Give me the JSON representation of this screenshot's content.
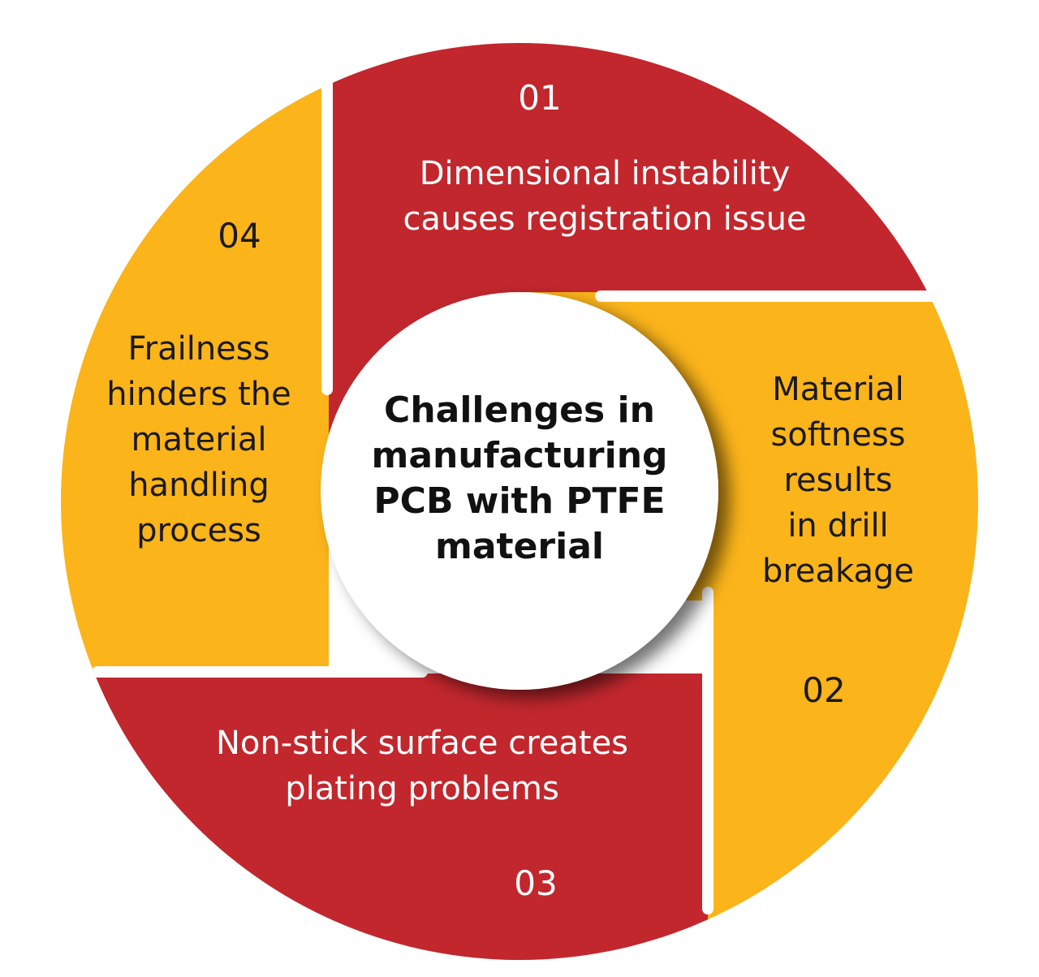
{
  "center_title_lines": [
    "Challenges in",
    "manufacturing",
    "PCB with PTFE",
    "material"
  ],
  "segments": [
    {
      "number": "01",
      "lines": [
        "Dimensional instability",
        "causes registration issue"
      ],
      "color": "#c1272d"
    },
    {
      "number": "02",
      "lines": [
        "Material",
        "softness",
        "results",
        "in drill",
        "breakage"
      ],
      "color": "#fbb41a"
    },
    {
      "number": "03",
      "lines": [
        "Non-stick surface creates",
        "plating problems"
      ],
      "color": "#c1272d"
    },
    {
      "number": "04",
      "lines": [
        "Frailness",
        "hinders the",
        "material",
        "handling",
        "process"
      ],
      "color": "#fbb41a"
    }
  ],
  "colors": {
    "red": "#c1272d",
    "yellow": "#fbb41a",
    "center": "#ffffff",
    "text_dark": "#1a1a1a",
    "text_light": "#ffffff"
  }
}
